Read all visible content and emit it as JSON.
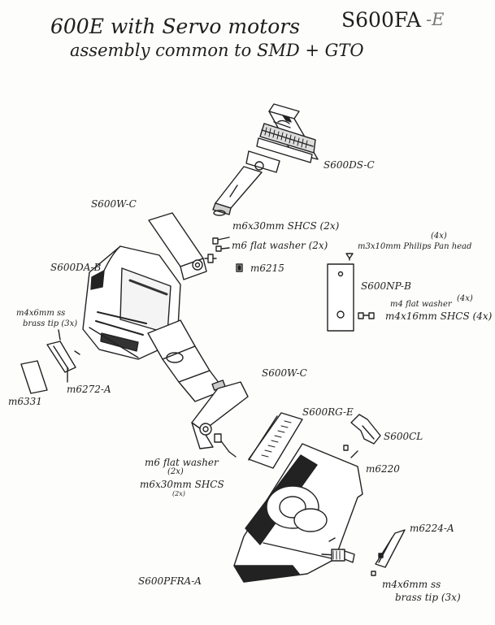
{
  "title": {
    "line1": "600E with Servo motors",
    "code_main": "S600FA",
    "code_suffix": "-E",
    "line2": "assembly common to SMD + GTO"
  },
  "labels": {
    "s600ds": "S600DS-C",
    "s600w_top": "S600W-C",
    "m6x30_top": "m6x30mm SHCS (2x)",
    "m6flat_top": "m6 flat washer (2x)",
    "m6215": "m6215",
    "s600da": "S600DA-B",
    "m3x10": "m3x10mm Philips Pan head",
    "qty4x_a": "(4x)",
    "s600np": "S600NP-B",
    "m4flat": "m4 flat washer",
    "qty4x_b": "(4x)",
    "m4x16": "m4x16mm SHCS (4x)",
    "m4x6_line1": "m4x6mm ss",
    "m4x6_line2": "brass tip (3x)",
    "m6331": "m6331",
    "m6272": "m6272-A",
    "s600w_mid": "S600W-C",
    "s600rg": "S600RG-E",
    "s600cl": "S600CL",
    "m6220": "m6220",
    "m6flat_low_line1": "m6 flat washer",
    "m6flat_low_line2": "(2x)",
    "m6x30_low_line1": "m6x30mm SHCS",
    "m6x30_low_line2": "(2x)",
    "m6224": "m6224-A",
    "s600pfra": "S600PFRA-A",
    "m4x6_low_line1": "m4x6mm ss",
    "m4x6_low_line2": "brass tip (3x)"
  }
}
